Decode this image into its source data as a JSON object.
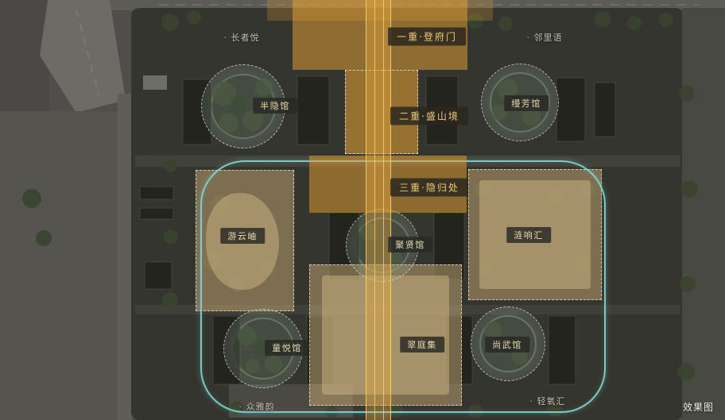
{
  "watermark": "效果图",
  "axis": {
    "zones": [
      {
        "label": "一重·登府门"
      },
      {
        "label": "二重·盛山境"
      },
      {
        "label": "三重·隐归处"
      }
    ]
  },
  "venues": [
    {
      "label": "半隐馆"
    },
    {
      "label": "缦芳馆"
    },
    {
      "label": "游云岫"
    },
    {
      "label": "聚贤馆"
    },
    {
      "label": "涟响汇"
    },
    {
      "label": "童悦馆"
    },
    {
      "label": "翠庭集"
    },
    {
      "label": "尚武馆"
    }
  ],
  "pois": [
    {
      "label": "· 长者悦"
    },
    {
      "label": "· 邻里语"
    },
    {
      "label": "· 众雅韵"
    },
    {
      "label": "· 轻氧汇"
    }
  ],
  "colors": {
    "axis_orange": "#E8A23C",
    "outline_teal": "#7ED2CE",
    "zone_tan": "#C7A671",
    "label_gold": "#EACB87"
  }
}
